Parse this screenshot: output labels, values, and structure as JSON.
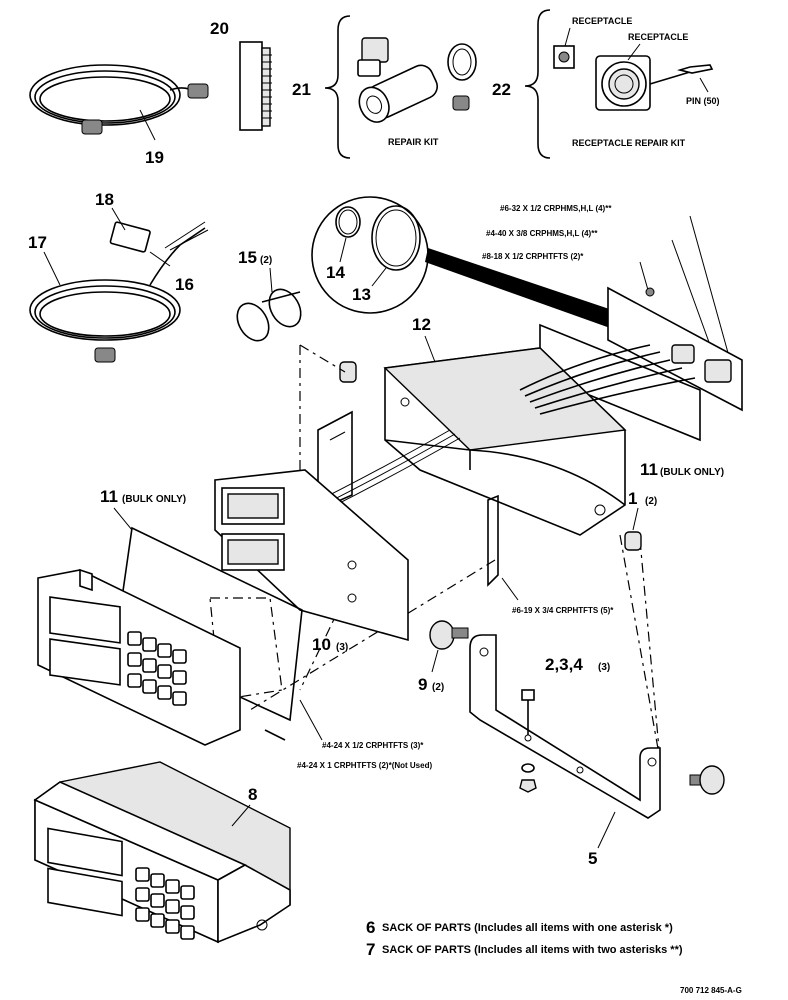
{
  "callouts": {
    "c1": "1",
    "c1q": "(2)",
    "c234": "2,3,4",
    "c234q": "(3)",
    "c5": "5",
    "c8": "8",
    "c9": "9",
    "c9q": "(2)",
    "c10": "10",
    "c10q": "(3)",
    "c11a": "11",
    "c11aq": "(BULK ONLY)",
    "c11b": "11",
    "c11bq": "(BULK ONLY)",
    "c12": "12",
    "c13": "13",
    "c14": "14",
    "c15": "15",
    "c15q": "(2)",
    "c16": "16",
    "c17": "17",
    "c18": "18",
    "c19": "19",
    "c20": "20",
    "c21": "21",
    "c22": "22"
  },
  "labels": {
    "receptacle_small": "RECEPTACLE",
    "receptacle_large": "RECEPTACLE",
    "pin": "PIN (50)",
    "repair_kit": "REPAIR KIT",
    "receptacle_repair_kit": "RECEPTACLE REPAIR KIT"
  },
  "hardware": {
    "h1": "#6-32 X 1/2 CRPHMS,H,L (4)**",
    "h2": "#4-40 X 3/8 CRPHMS,H,L (4)**",
    "h3": "#8-18 X 1/2 CRPHTFTS (2)*",
    "h4": "#6-19 X 3/4 CRPHTFTS (5)*",
    "h5": "#4-24 X 1/2 CRPHTFTS (3)*",
    "h6": "#4-24 X 1 CRPHTFTS (2)*(Not Used)"
  },
  "notes": {
    "n6": "6",
    "n6text": "SACK OF PARTS (Includes all items with one asterisk *)",
    "n7": "7",
    "n7text": "SACK OF PARTS (Includes all items with two asterisks **)"
  },
  "drawing_code": "700 712 845-A-G"
}
